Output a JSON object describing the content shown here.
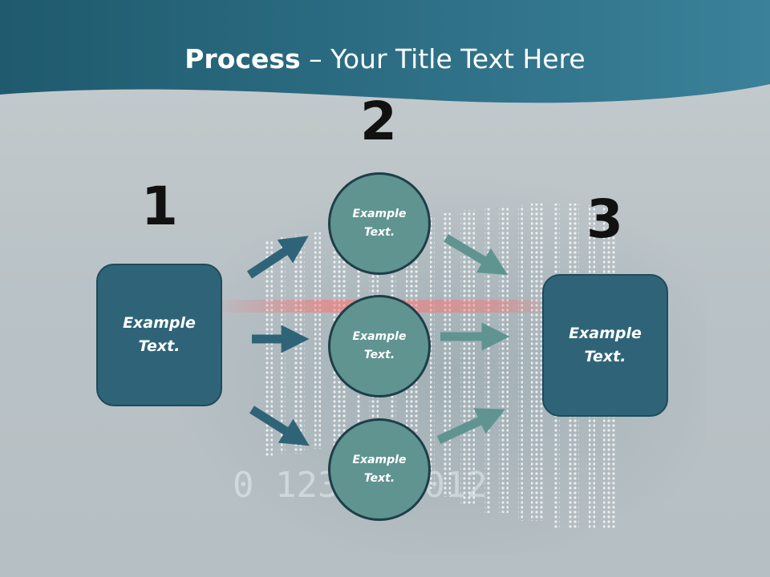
{
  "title": {
    "bold": "Process",
    "rest": " – Your Title Text Here"
  },
  "steps": [
    {
      "number": "1"
    },
    {
      "number": "2"
    },
    {
      "number": "3"
    }
  ],
  "start_box": {
    "label": "Example Text."
  },
  "middle_circles": [
    {
      "label": "Example Text."
    },
    {
      "label": "Example Text."
    },
    {
      "label": "Example Text."
    }
  ],
  "end_box": {
    "label": "Example Text."
  },
  "background_digits": "0 123 789012",
  "colors": {
    "header": "#2a6a80",
    "background": "#c3cacd",
    "box_fill": "#2f6478",
    "circle_fill": "#5f9491",
    "arrow_in": "#2f6478",
    "arrow_out": "#5f9491",
    "number_text": "#111111"
  }
}
